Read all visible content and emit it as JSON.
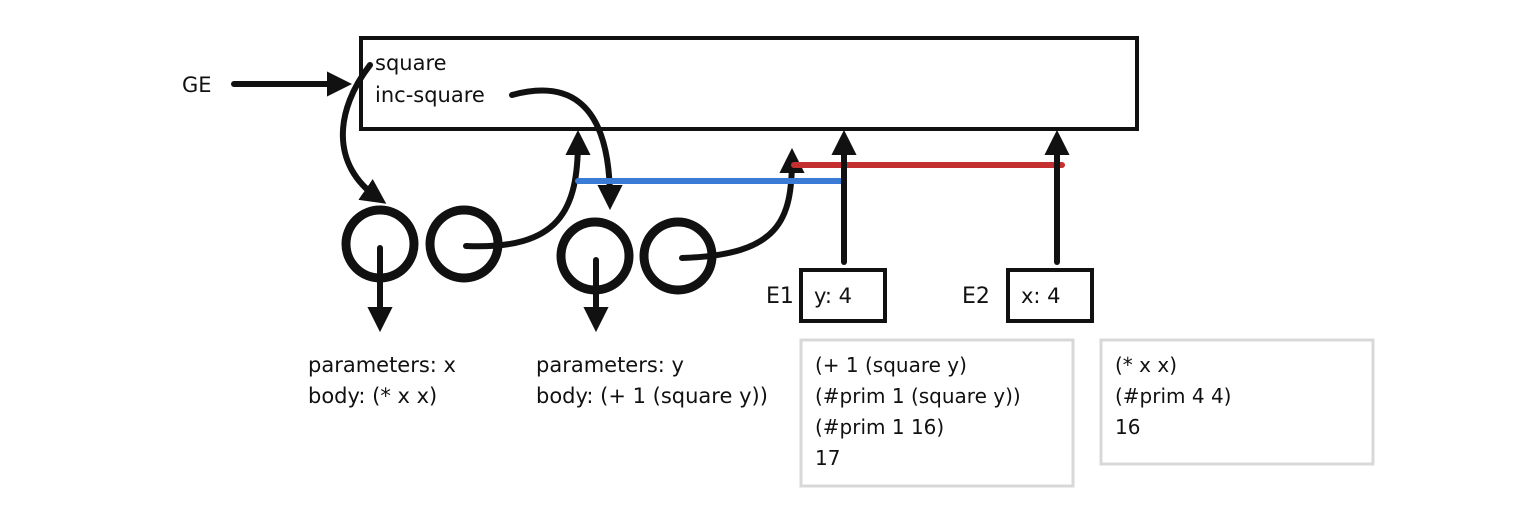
{
  "global_env": {
    "label": "GE",
    "bindings": [
      "square",
      "inc-square"
    ]
  },
  "procedures": [
    {
      "parameters": "parameters: x",
      "body": "body: (* x x)"
    },
    {
      "parameters": "parameters: y",
      "body": "body: (+ 1 (square y))"
    }
  ],
  "frames": [
    {
      "label": "E1",
      "binding": "y: 4"
    },
    {
      "label": "E2",
      "binding": "x: 4"
    }
  ],
  "evaluations": [
    {
      "steps": [
        "(+ 1 (square y)",
        "(#prim 1 (square y))",
        "(#prim 1 16)",
        "17"
      ]
    },
    {
      "steps": [
        "(* x x)",
        "(#prim 4 4)",
        "16"
      ]
    }
  ],
  "colors": {
    "ink": "#111111",
    "blue_link": "#3a7bd5",
    "red_link": "#c43030",
    "eval_border": "#d8d8d8"
  }
}
